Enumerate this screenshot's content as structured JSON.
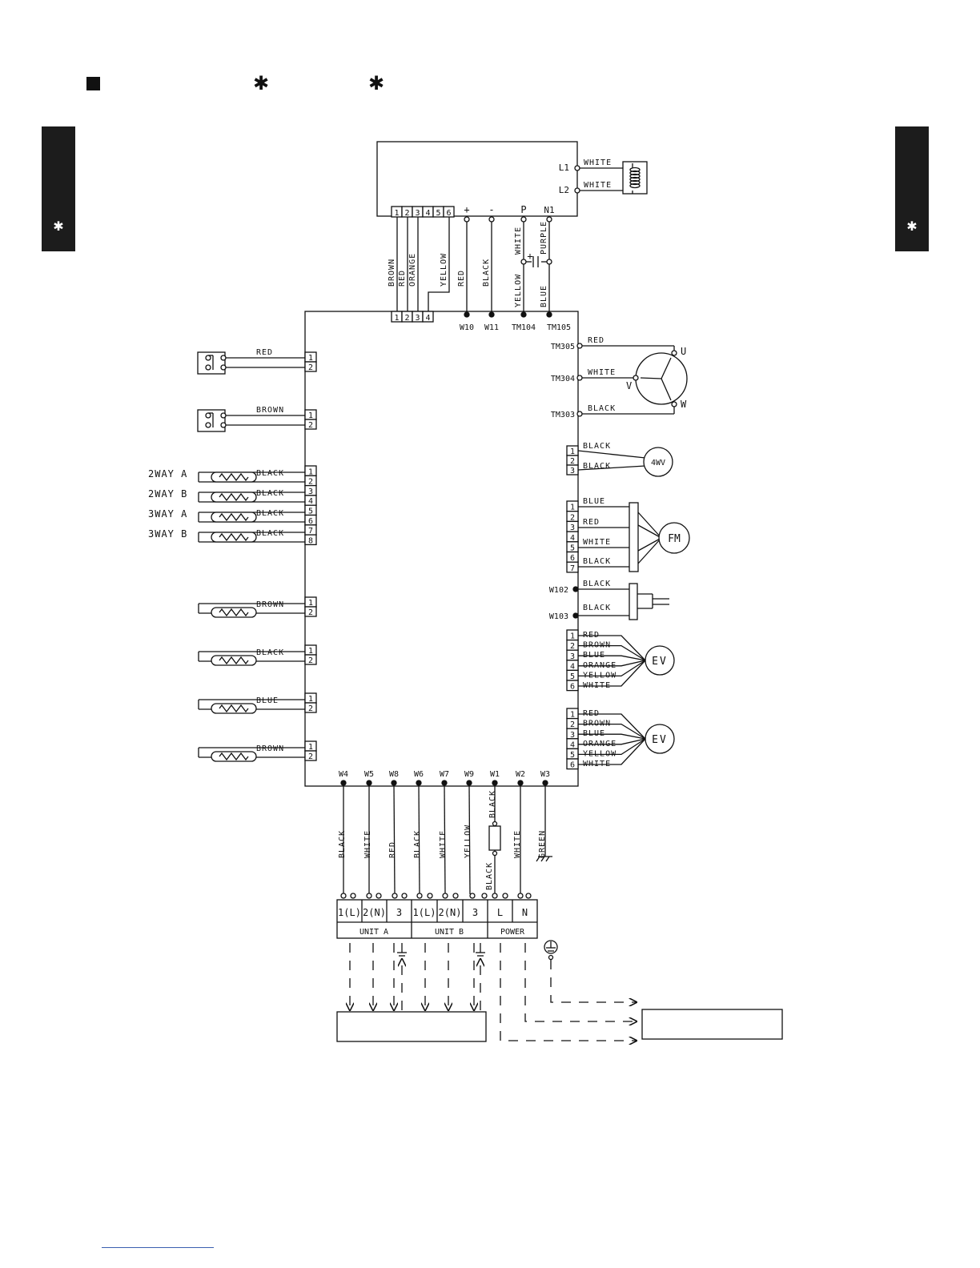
{
  "marks": {
    "asterisk": "✱"
  },
  "inverter": {
    "l1": "L1",
    "l2": "L2",
    "wire_l1": "WHITE",
    "wire_l2": "WHITE",
    "pins": [
      "1",
      "2",
      "3",
      "4",
      "5",
      "6"
    ],
    "plus": "+",
    "minus": "-",
    "p": "P",
    "n1": "N1"
  },
  "top_wires": [
    "BROWN",
    "RED",
    "ORANGE",
    "YELLOW",
    "RED",
    "BLACK",
    "WHITE",
    "PURPLE",
    "YELLOW",
    "BLUE"
  ],
  "cap_plus": "+",
  "board_top": {
    "pins": [
      "1",
      "2",
      "3",
      "4"
    ],
    "terms": [
      "W10",
      "W11",
      "TM104",
      "TM105"
    ]
  },
  "left": {
    "sw1": {
      "wire": "RED",
      "pins": [
        "1",
        "2"
      ]
    },
    "sw2": {
      "wire": "BROWN",
      "pins": [
        "1",
        "2"
      ]
    },
    "valve_labels": [
      "2WAY A",
      "2WAY B",
      "3WAY A",
      "3WAY B"
    ],
    "valve_wire": "BLACK",
    "valve_pins": [
      "1",
      "2",
      "3",
      "4",
      "5",
      "6",
      "7",
      "8"
    ],
    "sensors": [
      {
        "wire": "BROWN"
      },
      {
        "wire": "BLACK"
      },
      {
        "wire": "BLUE"
      },
      {
        "wire": "BROWN"
      }
    ],
    "sensor_pins": [
      "1",
      "2"
    ]
  },
  "compressor": {
    "terms": [
      "TM305",
      "TM304",
      "TM303"
    ],
    "wires": [
      "RED",
      "WHITE",
      "BLACK"
    ],
    "u": "U",
    "v": "V",
    "w": "W"
  },
  "fourwv": {
    "label": "4WV",
    "pins": [
      "1",
      "2",
      "3"
    ],
    "wires": [
      "BLACK",
      "BLACK"
    ]
  },
  "fm": {
    "label": "FM",
    "pins": [
      "1",
      "2",
      "3",
      "4",
      "5",
      "6",
      "7"
    ],
    "wires": [
      "BLUE",
      "RED",
      "WHITE",
      "BLACK"
    ]
  },
  "cap": {
    "terms": [
      "W102",
      "W103"
    ],
    "wires": [
      "BLACK",
      "BLACK"
    ]
  },
  "ev1": {
    "label": "EV",
    "pins": [
      "1",
      "2",
      "3",
      "4",
      "5",
      "6"
    ],
    "wires": [
      "RED",
      "BROWN",
      "BLUE",
      "ORANGE",
      "YELLOW",
      "WHITE"
    ]
  },
  "ev2": {
    "label": "EV",
    "pins": [
      "1",
      "2",
      "3",
      "4",
      "5",
      "6"
    ],
    "wires": [
      "RED",
      "BROWN",
      "BLUE",
      "ORANGE",
      "YELLOW",
      "WHITE"
    ]
  },
  "bottom": {
    "terms": [
      "W4",
      "W5",
      "W8",
      "W6",
      "W7",
      "W9",
      "W1",
      "W2",
      "W3"
    ],
    "wires": [
      "BLACK",
      "WHITE",
      "RED",
      "BLACK",
      "WHITE",
      "YELLOW",
      "BLACK",
      "WHITE",
      "GREEN"
    ],
    "fuse_bottom": "BLACK"
  },
  "terminal_block": {
    "cells": [
      "1(L)",
      "2(N)",
      "3",
      "1(L)",
      "2(N)",
      "3",
      "L",
      "N"
    ],
    "groups": [
      "UNIT A",
      "UNIT B",
      "POWER"
    ]
  }
}
